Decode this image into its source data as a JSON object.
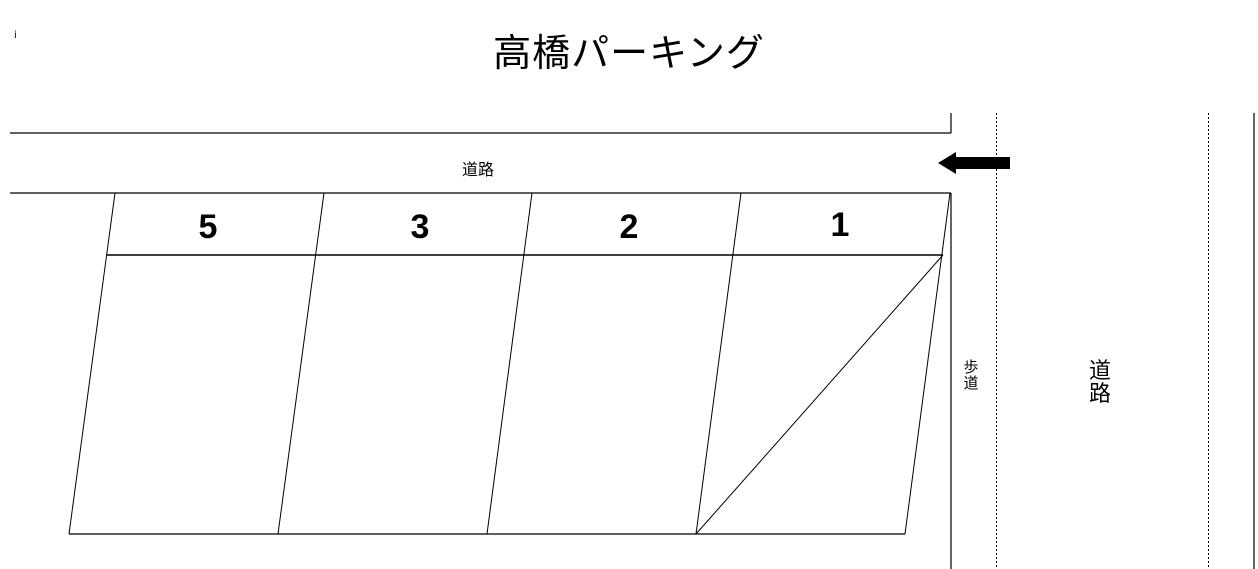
{
  "title": "高橋パーキング",
  "marker": "i",
  "roads": {
    "top_road_label": "道路",
    "sidewalk_label_line1": "歩",
    "sidewalk_label_line2": "道",
    "side_road_label_line1": "道",
    "side_road_label_line2": "路"
  },
  "arrow": {
    "direction": "left",
    "icon": "arrow-left-icon",
    "color": "#000000"
  },
  "parking_slots": [
    {
      "number": "5"
    },
    {
      "number": "3"
    },
    {
      "number": "2"
    },
    {
      "number": "1",
      "note": "diagonal line marking"
    }
  ],
  "colors": {
    "line": "#000000",
    "background": "#ffffff"
  }
}
